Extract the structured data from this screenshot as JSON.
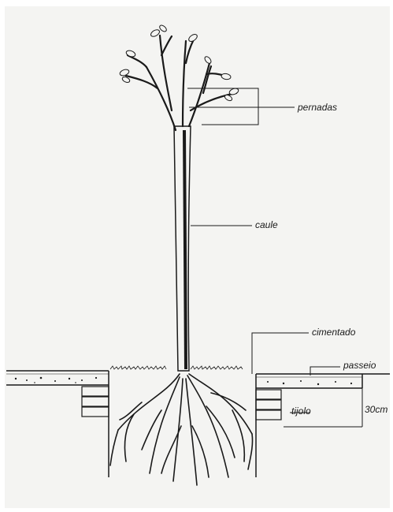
{
  "labels": {
    "pernadas": "pernadas",
    "caule": "caule",
    "cimentado": "cimentado",
    "passeio": "passeio",
    "tijolo": "tijolo",
    "depth": "30cm"
  },
  "colors": {
    "ink": "#1a1a1a",
    "paper": "#f4f4f2"
  }
}
